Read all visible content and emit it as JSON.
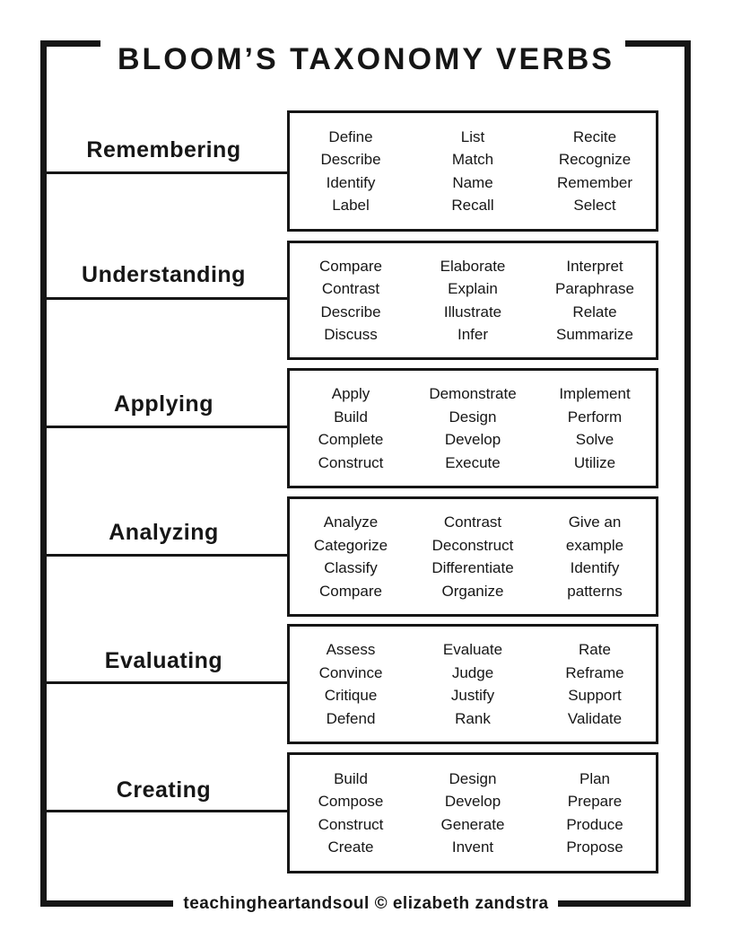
{
  "title": "BLOOM’S TAXONOMY VERBS",
  "footer": "teachingheartandsoul © elizabeth zandstra",
  "colors": {
    "ink": "#161616",
    "background": "#ffffff"
  },
  "categories": [
    {
      "label": "Remembering",
      "columns": [
        [
          "Define",
          "Describe",
          "Identify",
          "Label"
        ],
        [
          "List",
          "Match",
          "Name",
          "Recall"
        ],
        [
          "Recite",
          "Recognize",
          "Remember",
          "Select"
        ]
      ]
    },
    {
      "label": "Understanding",
      "columns": [
        [
          "Compare",
          "Contrast",
          "Describe",
          "Discuss"
        ],
        [
          "Elaborate",
          "Explain",
          "Illustrate",
          "Infer"
        ],
        [
          "Interpret",
          "Paraphrase",
          "Relate",
          "Summarize"
        ]
      ]
    },
    {
      "label": "Applying",
      "columns": [
        [
          "Apply",
          "Build",
          "Complete",
          "Construct"
        ],
        [
          "Demonstrate",
          "Design",
          "Develop",
          "Execute"
        ],
        [
          "Implement",
          "Perform",
          "Solve",
          "Utilize"
        ]
      ]
    },
    {
      "label": "Analyzing",
      "columns": [
        [
          "Analyze",
          "Categorize",
          "Classify",
          "Compare"
        ],
        [
          "Contrast",
          "Deconstruct",
          "Differentiate",
          "Organize"
        ],
        [
          "Give an",
          "example",
          "Identify",
          "patterns"
        ]
      ]
    },
    {
      "label": "Evaluating",
      "columns": [
        [
          "Assess",
          "Convince",
          "Critique",
          "Defend"
        ],
        [
          "Evaluate",
          "Judge",
          "Justify",
          "Rank"
        ],
        [
          "Rate",
          "Reframe",
          "Support",
          "Validate"
        ]
      ]
    },
    {
      "label": "Creating",
      "columns": [
        [
          "Build",
          "Compose",
          "Construct",
          "Create"
        ],
        [
          "Design",
          "Develop",
          "Generate",
          "Invent"
        ],
        [
          "Plan",
          "Prepare",
          "Produce",
          "Propose"
        ]
      ]
    }
  ]
}
